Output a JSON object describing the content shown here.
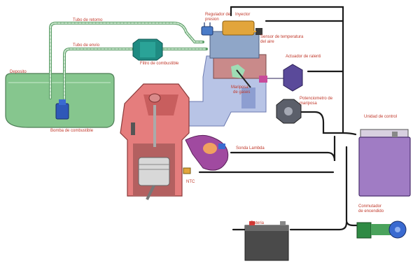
{
  "labels": {
    "tubo_retorno": "Tubo de retorno",
    "tubo_envio": "Tubo de envío",
    "deposito": "Deposito",
    "bomba": "Bomba de combustible",
    "filtro": "Filtro de combustible",
    "regulador_1": "Regulador de",
    "regulador_2": "presion",
    "inyector": "Inyector",
    "sensor_1": "Sensor de temperatura",
    "sensor_2": "del aire",
    "actuador": "Actuador de ralenti",
    "mariposa_1": "Mariposa",
    "mariposa_2": "de gases",
    "potenciometro_1": "Potenciometro de",
    "potenciometro_2": "mariposa",
    "unidad": "Unidad de control",
    "sonda": "Sonda Lambda",
    "ntc": "NTC",
    "bateria": "Bateria",
    "conmutador_1": "Conmutador",
    "conmutador_2": "de encendido"
  },
  "colors": {
    "wire": "#1a1a1a",
    "fuel_line": "#7dbf8a",
    "tank": "#86c68e",
    "ecu": "#a07cc4",
    "intake": "#b8c4e6",
    "engine_block": "#e57d7d",
    "label_red": "#c0392b"
  }
}
